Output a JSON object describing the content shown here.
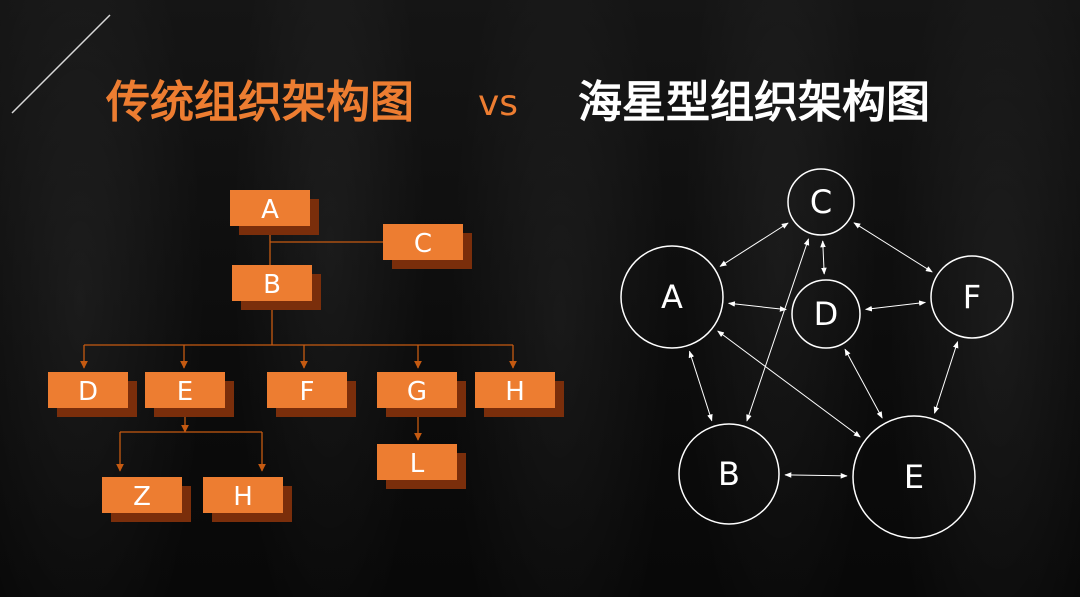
{
  "titles": {
    "traditional": "传统组织架构图",
    "vs": "vs",
    "starfish": "海星型组织架构图"
  },
  "colors": {
    "accent": "#ED7D31",
    "shadow": "#7A2E0B",
    "connector": "#C55A11",
    "white": "#FFFFFF",
    "background": "#0B0B0B"
  },
  "traditional_chart": {
    "nodes": [
      {
        "id": "A",
        "label": "A"
      },
      {
        "id": "C",
        "label": "C"
      },
      {
        "id": "B",
        "label": "B"
      },
      {
        "id": "D",
        "label": "D"
      },
      {
        "id": "E",
        "label": "E"
      },
      {
        "id": "F",
        "label": "F"
      },
      {
        "id": "G",
        "label": "G"
      },
      {
        "id": "H1",
        "label": "H"
      },
      {
        "id": "Z",
        "label": "Z"
      },
      {
        "id": "H2",
        "label": "H"
      },
      {
        "id": "L",
        "label": "L"
      }
    ],
    "edges": [
      [
        "A",
        "B"
      ],
      [
        "A",
        "C"
      ],
      [
        "B",
        "D"
      ],
      [
        "B",
        "E"
      ],
      [
        "B",
        "F"
      ],
      [
        "B",
        "G"
      ],
      [
        "B",
        "H1"
      ],
      [
        "E",
        "Z"
      ],
      [
        "E",
        "H2"
      ],
      [
        "G",
        "L"
      ]
    ]
  },
  "starfish_chart": {
    "nodes": [
      {
        "id": "A",
        "label": "A"
      },
      {
        "id": "B",
        "label": "B"
      },
      {
        "id": "C",
        "label": "C"
      },
      {
        "id": "D",
        "label": "D"
      },
      {
        "id": "E",
        "label": "E"
      },
      {
        "id": "F",
        "label": "F"
      }
    ],
    "edges": [
      [
        "A",
        "C"
      ],
      [
        "A",
        "D"
      ],
      [
        "A",
        "B"
      ],
      [
        "A",
        "E"
      ],
      [
        "C",
        "D"
      ],
      [
        "C",
        "F"
      ],
      [
        "C",
        "B"
      ],
      [
        "D",
        "F"
      ],
      [
        "D",
        "E"
      ],
      [
        "F",
        "E"
      ],
      [
        "B",
        "E"
      ]
    ]
  }
}
